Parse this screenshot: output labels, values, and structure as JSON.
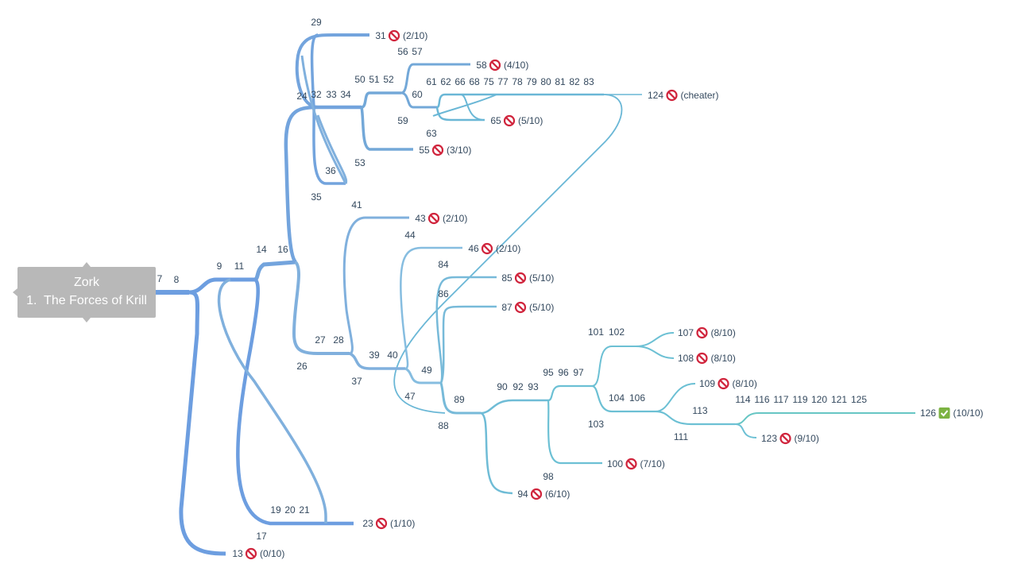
{
  "title": {
    "game": "Zork",
    "episode": "1.  The Forces of Krill"
  },
  "colors": {
    "fail": "#d0243c",
    "success": "#7cb342"
  },
  "nodes": [
    {
      "label": "7"
    },
    {
      "label": "8"
    },
    {
      "label": "9"
    },
    {
      "label": "11"
    },
    {
      "label": "14"
    },
    {
      "label": "16"
    },
    {
      "label": "17"
    },
    {
      "label": "19"
    },
    {
      "label": "20"
    },
    {
      "label": "21"
    },
    {
      "label": "24"
    },
    {
      "label": "26"
    },
    {
      "label": "27"
    },
    {
      "label": "28"
    },
    {
      "label": "29"
    },
    {
      "label": "32"
    },
    {
      "label": "33"
    },
    {
      "label": "34"
    },
    {
      "label": "35"
    },
    {
      "label": "36"
    },
    {
      "label": "37"
    },
    {
      "label": "39"
    },
    {
      "label": "40"
    },
    {
      "label": "41"
    },
    {
      "label": "44"
    },
    {
      "label": "47"
    },
    {
      "label": "49"
    },
    {
      "label": "50"
    },
    {
      "label": "51"
    },
    {
      "label": "52"
    },
    {
      "label": "53"
    },
    {
      "label": "56"
    },
    {
      "label": "57"
    },
    {
      "label": "59"
    },
    {
      "label": "60"
    },
    {
      "label": "61"
    },
    {
      "label": "62"
    },
    {
      "label": "66"
    },
    {
      "label": "68"
    },
    {
      "label": "75"
    },
    {
      "label": "77"
    },
    {
      "label": "78"
    },
    {
      "label": "79"
    },
    {
      "label": "80"
    },
    {
      "label": "81"
    },
    {
      "label": "82"
    },
    {
      "label": "83"
    },
    {
      "label": "63"
    },
    {
      "label": "84"
    },
    {
      "label": "86"
    },
    {
      "label": "88"
    },
    {
      "label": "89"
    },
    {
      "label": "90"
    },
    {
      "label": "92"
    },
    {
      "label": "93"
    },
    {
      "label": "95"
    },
    {
      "label": "96"
    },
    {
      "label": "97"
    },
    {
      "label": "98"
    },
    {
      "label": "101"
    },
    {
      "label": "102"
    },
    {
      "label": "103"
    },
    {
      "label": "104"
    },
    {
      "label": "106"
    },
    {
      "label": "111"
    },
    {
      "label": "113"
    },
    {
      "label": "114"
    },
    {
      "label": "116"
    },
    {
      "label": "117"
    },
    {
      "label": "119"
    },
    {
      "label": "120"
    },
    {
      "label": "121"
    },
    {
      "label": "125"
    }
  ],
  "endings": [
    {
      "node": "13",
      "score": "(0/10)",
      "status": "fail"
    },
    {
      "node": "23",
      "score": "(1/10)",
      "status": "fail"
    },
    {
      "node": "31",
      "score": "(2/10)",
      "status": "fail"
    },
    {
      "node": "43",
      "score": "(2/10)",
      "status": "fail"
    },
    {
      "node": "46",
      "score": "(2/10)",
      "status": "fail"
    },
    {
      "node": "55",
      "score": "(3/10)",
      "status": "fail"
    },
    {
      "node": "58",
      "score": "(4/10)",
      "status": "fail"
    },
    {
      "node": "65",
      "score": "(5/10)",
      "status": "fail"
    },
    {
      "node": "85",
      "score": "(5/10)",
      "status": "fail"
    },
    {
      "node": "87",
      "score": "(5/10)",
      "status": "fail"
    },
    {
      "node": "94",
      "score": "(6/10)",
      "status": "fail"
    },
    {
      "node": "100",
      "score": "(7/10)",
      "status": "fail"
    },
    {
      "node": "107",
      "score": "(8/10)",
      "status": "fail"
    },
    {
      "node": "108",
      "score": "(8/10)",
      "status": "fail"
    },
    {
      "node": "109",
      "score": "(8/10)",
      "status": "fail"
    },
    {
      "node": "123",
      "score": "(9/10)",
      "status": "fail"
    },
    {
      "node": "124",
      "score": "(cheater)",
      "status": "fail"
    },
    {
      "node": "126",
      "score": "(10/10)",
      "status": "success"
    }
  ]
}
